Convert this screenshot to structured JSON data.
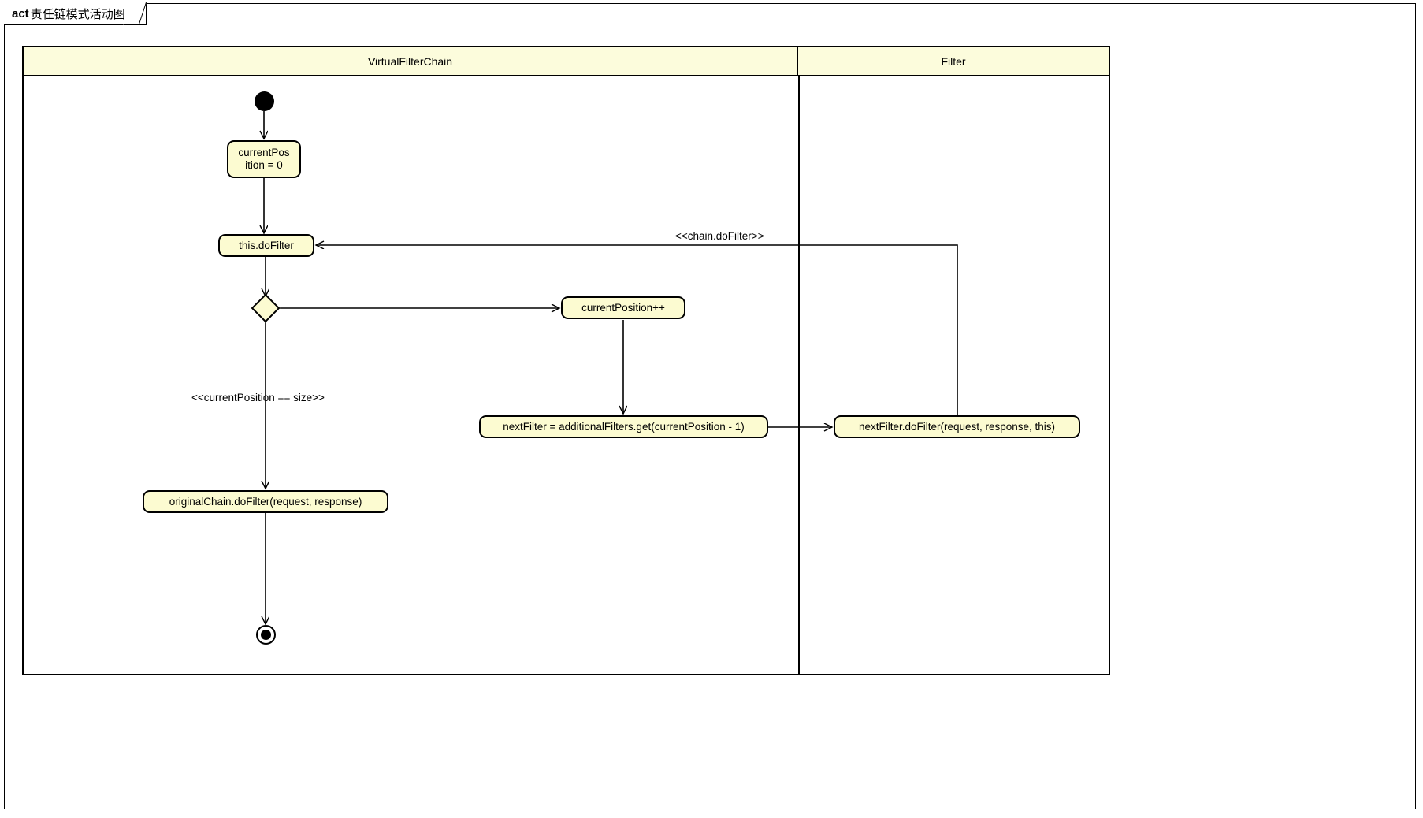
{
  "diagram": {
    "kind_keyword": "act",
    "title": "责任链模式活动图",
    "type": "uml-activity-diagram"
  },
  "swimlanes": [
    {
      "name": "VirtualFilterChain"
    },
    {
      "name": "Filter"
    }
  ],
  "nodes": {
    "initial": {
      "label": "",
      "type": "initial-node"
    },
    "set_position": {
      "label": "currentPos\nition = 0",
      "type": "action"
    },
    "this_dofilter": {
      "label": "this.doFilter",
      "type": "action"
    },
    "decision": {
      "label": "",
      "type": "decision"
    },
    "increment": {
      "label": "currentPosition++",
      "type": "action"
    },
    "get_next_filter": {
      "label": "nextFilter = additionalFilters.get(currentPosition - 1)",
      "type": "action"
    },
    "next_filter_dofilter": {
      "label": "nextFilter.doFilter(request, response, this)",
      "type": "action"
    },
    "original_chain": {
      "label": "originalChain.doFilter(request, response)",
      "type": "action"
    },
    "final": {
      "label": "",
      "type": "final-node"
    }
  },
  "edge_labels": {
    "chain_dofilter": "<<chain.doFilter>>",
    "current_position_equals_size": "<<currentPosition == size>>"
  },
  "colors": {
    "node_fill": "#fcfbd1",
    "lane_header_fill": "#fcfcdc",
    "stroke": "#000000",
    "background": "#ffffff"
  }
}
